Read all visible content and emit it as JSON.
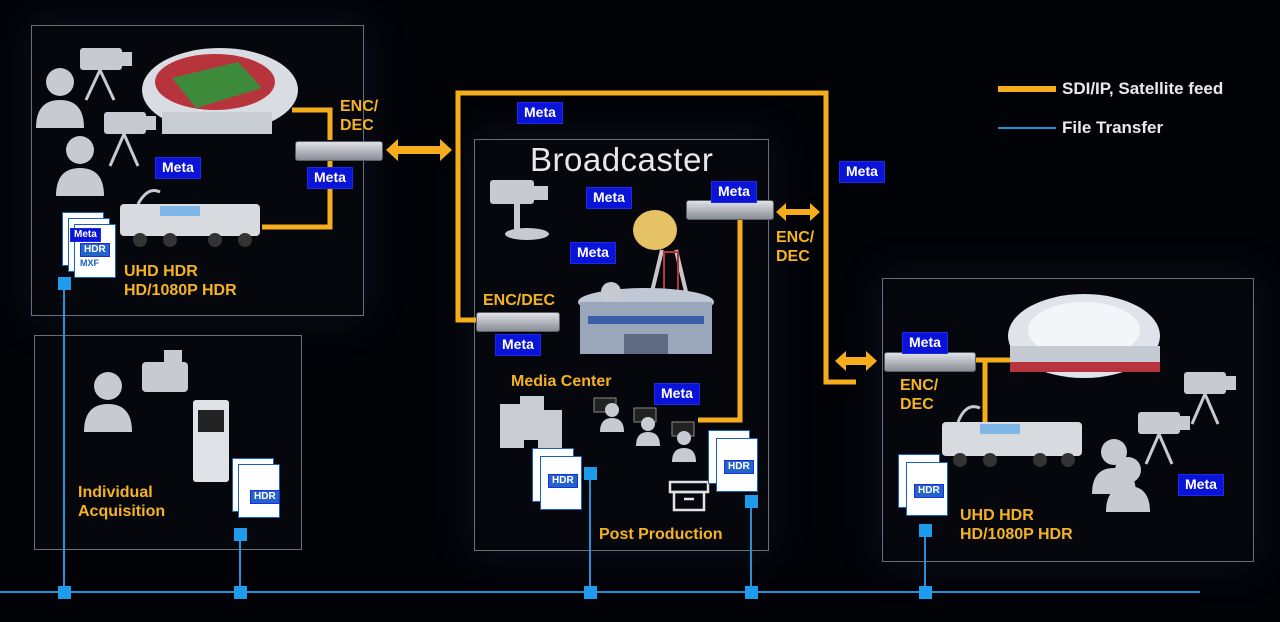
{
  "legend": {
    "sdi_label": "SDI/IP, Satellite feed",
    "file_label": "File Transfer",
    "sdi_color": "#f5ad1c",
    "file_color": "#2a8fd8"
  },
  "broadcaster": {
    "title": "Broadcaster",
    "enc_dec": "ENC/DEC",
    "media_center": "Media Center",
    "post_production": "Post Production"
  },
  "venue_left": {
    "enc_dec_line1": "ENC/",
    "enc_dec_line2": "DEC",
    "format_line1": "UHD HDR",
    "format_line2": "HD/1080P HDR"
  },
  "venue_right": {
    "enc_dec_line1": "ENC/",
    "enc_dec_line2": "DEC",
    "format_line1": "UHD HDR",
    "format_line2": "HD/1080P HDR"
  },
  "individual": {
    "label_line1": "Individual",
    "label_line2": "Acquisition"
  },
  "mid_enc": {
    "line1": "ENC/",
    "line2": "DEC"
  },
  "meta_label": "Meta",
  "file_stack": {
    "meta": "Meta",
    "hdr": "HDR",
    "mxf": "MXF"
  },
  "icons": [
    "person-icon",
    "camera-icon",
    "stadium-icon",
    "ob-van-icon",
    "satellite-dish-icon",
    "tower-icon",
    "building-icon",
    "server-icon",
    "monitor-icon",
    "archive-box-icon",
    "dome-stadium-icon",
    "recorder-icon",
    "arrow-bidirectional-icon"
  ]
}
